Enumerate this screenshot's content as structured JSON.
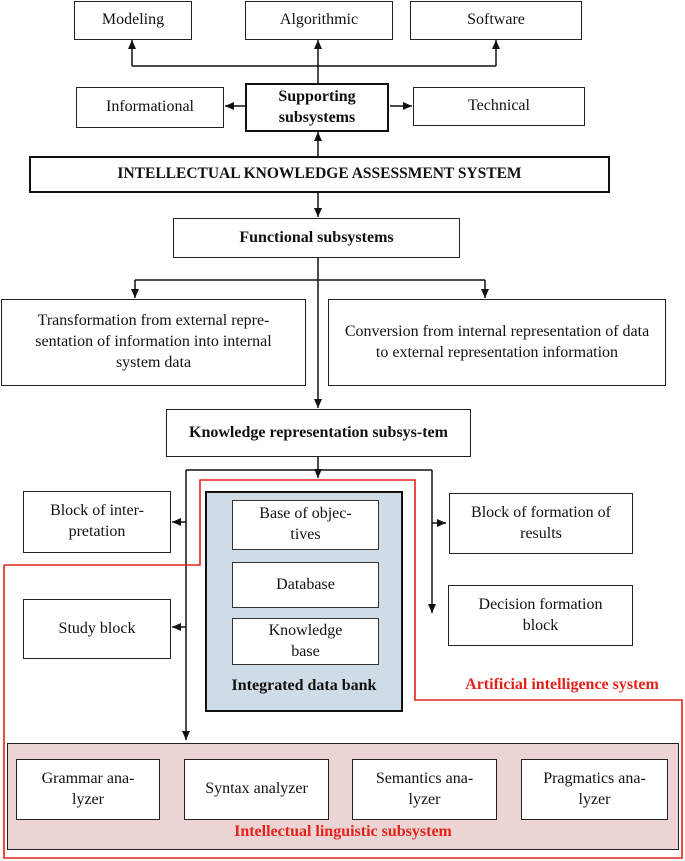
{
  "colors": {
    "ai_border": "#e3231b",
    "ai_text": "#e3231b",
    "data_bank_fill": "#cfdbe5",
    "linguistic_fill": "#ecd4d4",
    "line": "#111111"
  },
  "top": {
    "modeling": "Modeling",
    "algorithmic": "Algorithmic",
    "software": "Software",
    "informational": "Informational",
    "supporting": "Supporting subsystems",
    "technical": "Technical"
  },
  "main_title": "INTELLECTUAL KNOWLEDGE ASSESSMENT SYSTEM",
  "functional": "Functional subsystems",
  "transform_left": "Transformation from external repre-sentation of information into internal system data",
  "transform_right": "Conversion from internal representation of data to external representation information",
  "knowledge_rep": "Knowledge representation subsys-tem",
  "blocks": {
    "interpretation": "Block of inter-pretation",
    "study": "Study block",
    "formation_results": "Block of formation of results",
    "decision_formation": "Decision formation block"
  },
  "data_bank": {
    "title": "Integrated data bank",
    "objectives": "Base of objec-tives",
    "database": "Database",
    "knowledge_base": "Knowledge base"
  },
  "ai_system": "Artificial intelligence system",
  "linguistic": {
    "title": "Intellectual linguistic subsystem",
    "grammar": "Grammar ana-lyzer",
    "syntax": "Syntax analyzer",
    "semantics": "Semantics ana-lyzer",
    "pragmatics": "Pragmatics ana-lyzer"
  }
}
